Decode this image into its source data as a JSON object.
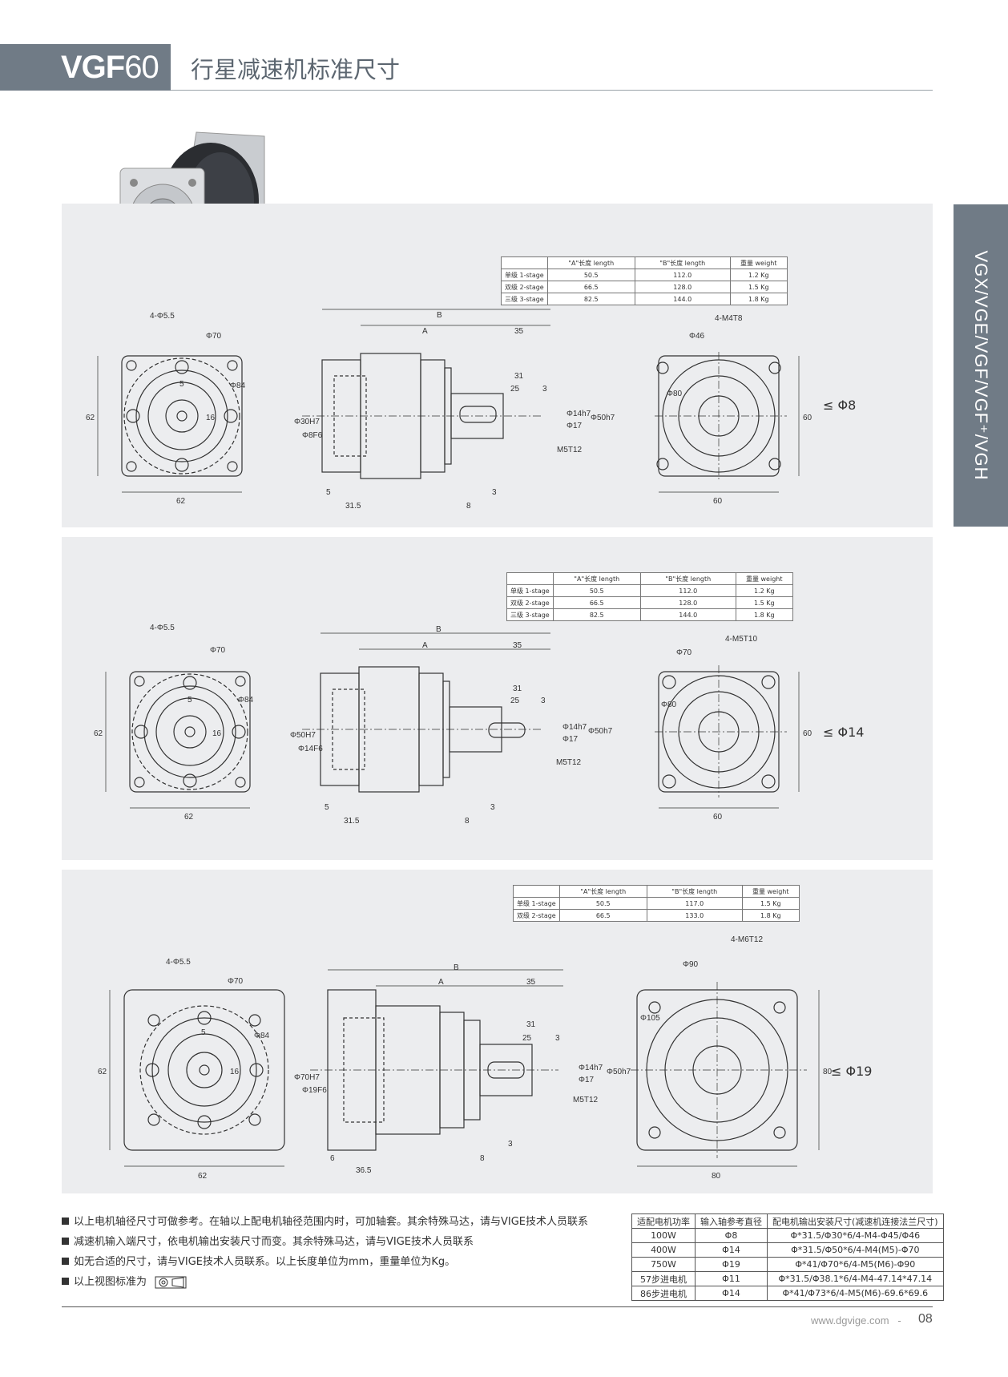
{
  "header": {
    "model_bold": "VGF",
    "model_num": "60",
    "title": "行星减速机标准尺寸"
  },
  "side_tab": {
    "text": "VGX/VGE/VGF/VGF⁺/VGH"
  },
  "panels": [
    {
      "spec_rows": [
        [
          "",
          "\"A\"长度 length",
          "\"B\"长度 length",
          "重量 weight"
        ],
        [
          "单级 1-stage",
          "50.5",
          "112.0",
          "1.2 Kg"
        ],
        [
          "双级 2-stage",
          "66.5",
          "128.0",
          "1.5 Kg"
        ],
        [
          "三级 3-stage",
          "82.5",
          "144.0",
          "1.8 Kg"
        ]
      ],
      "leq": "≤ Φ8",
      "dims": {
        "holes": "4-Φ5.5",
        "d70": "Φ70",
        "d84": "Φ84",
        "d5": "5",
        "d16": "16",
        "side62": "62",
        "bottom62": "62",
        "B": "B",
        "A": "A",
        "d35": "35",
        "d31": "31",
        "d25": "25",
        "d3": "3",
        "pilot": "Φ30H7",
        "bore": "Φ8F6",
        "shaft": "Φ14h7",
        "d17": "Φ17",
        "d50": "Φ50h7",
        "thread": "M5T12",
        "d5b": "5",
        "d315": "31.5",
        "d8": "8",
        "d3b": "3",
        "outHoles": "4-M4T8",
        "d46": "Φ46",
        "d80": "Φ80",
        "h60": "60",
        "w60": "60"
      }
    },
    {
      "spec_rows": [
        [
          "",
          "\"A\"长度 length",
          "\"B\"长度 length",
          "重量 weight"
        ],
        [
          "单级 1-stage",
          "50.5",
          "112.0",
          "1.2 Kg"
        ],
        [
          "双级 2-stage",
          "66.5",
          "128.0",
          "1.5 Kg"
        ],
        [
          "三级 3-stage",
          "82.5",
          "144.0",
          "1.8 Kg"
        ]
      ],
      "leq": "≤ Φ14",
      "dims": {
        "holes": "4-Φ5.5",
        "d70": "Φ70",
        "d84": "Φ84",
        "d5": "5",
        "d16": "16",
        "side62": "62",
        "bottom62": "62",
        "B": "B",
        "A": "A",
        "d35": "35",
        "d31": "31",
        "d25": "25",
        "d3": "3",
        "pilot": "Φ50H7",
        "bore": "Φ14F6",
        "shaft": "Φ14h7",
        "d17": "Φ17",
        "d50": "Φ50h7",
        "thread": "M5T12",
        "d5b": "5",
        "d315": "31.5",
        "d8": "8",
        "d3b": "3",
        "outHoles": "4-M5T10",
        "d46": "Φ70",
        "d80": "Φ80",
        "h60": "60",
        "w60": "60"
      }
    },
    {
      "spec_rows": [
        [
          "",
          "\"A\"长度 length",
          "\"B\"长度 length",
          "重量 weight"
        ],
        [
          "单级 1-stage",
          "50.5",
          "117.0",
          "1.5 Kg"
        ],
        [
          "双级 2-stage",
          "66.5",
          "133.0",
          "1.8 Kg"
        ]
      ],
      "leq": "≤ Φ19",
      "dims": {
        "holes": "4-Φ5.5",
        "d70": "Φ70",
        "d84": "Φ84",
        "d5": "5",
        "d16": "16",
        "side62": "62",
        "bottom62": "62",
        "B": "B",
        "A": "A",
        "d35": "35",
        "d31": "31",
        "d25": "25",
        "d3": "3",
        "pilot": "Φ70H7",
        "bore": "Φ19F6",
        "shaft": "Φ14h7",
        "d17": "Φ17",
        "d50": "Φ50h7",
        "thread": "M5T12",
        "d5b": "6",
        "d315": "36.5",
        "d8": "8",
        "d3b": "3",
        "outHoles": "4-M6T12",
        "d46": "Φ90",
        "d80": "Φ105",
        "h60": "80",
        "w60": "80"
      }
    }
  ],
  "notes": [
    "以上电机轴径尺寸可做参考。在轴以上配电机轴径范围内时，可加轴套。其余特殊马达，请与VIGE技术人员联系",
    "减速机输入端尺寸，依电机输出安装尺寸而变。其余特殊马达，请与VIGE技术人员联系",
    "如无合适的尺寸，请与VIGE技术人员联系。以上长度单位为mm，重量单位为Kg。",
    "以上视图标准为"
  ],
  "motor_table": {
    "headers": [
      "适配电机功率",
      "输入轴参考直径",
      "配电机输出安装尺寸(减速机连接法兰尺寸)"
    ],
    "rows": [
      [
        "100W",
        "Φ8",
        "Φ*31.5/Φ30*6/4-M4-Φ45/Φ46"
      ],
      [
        "400W",
        "Φ14",
        "Φ*31.5/Φ50*6/4-M4(M5)-Φ70"
      ],
      [
        "750W",
        "Φ19",
        "Φ*41/Φ70*6/4-M5(M6)-Φ90"
      ],
      [
        "57步进电机",
        "Φ11",
        "Φ*31.5/Φ38.1*6/4-M4-47.14*47.14"
      ],
      [
        "86步进电机",
        "Φ14",
        "Φ*41/Φ73*6/4-M5(M6)-69.6*69.6"
      ]
    ]
  },
  "footer": {
    "url": "www.dgvige.com",
    "sep": "-",
    "page": "08"
  }
}
